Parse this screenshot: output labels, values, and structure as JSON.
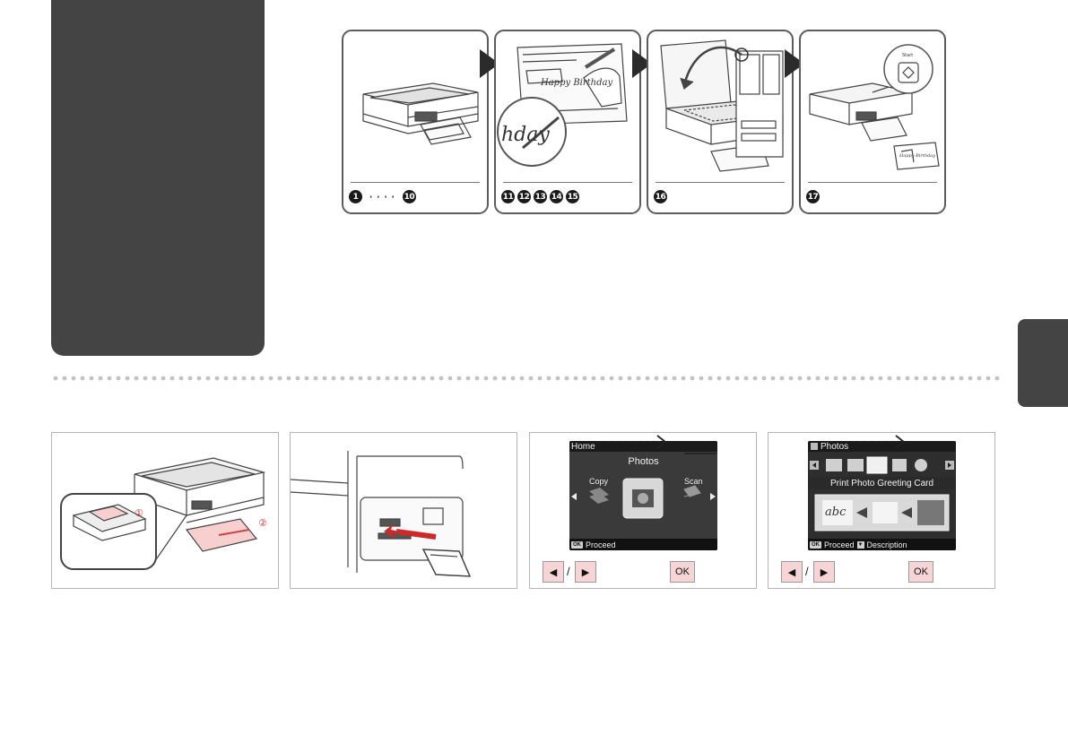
{
  "overview": {
    "steps": [
      {
        "numbers": [
          "1",
          "10"
        ],
        "range": "····"
      },
      {
        "numbers": [
          "11",
          "12",
          "13",
          "14",
          "15"
        ]
      },
      {
        "numbers": [
          "16"
        ]
      },
      {
        "numbers": [
          "17"
        ],
        "button_label": "Start",
        "card_text": "Happy Birthday"
      }
    ],
    "template_text": "Happy Birthday",
    "handwriting_text": "hday"
  },
  "procedure": {
    "tile1": {
      "callouts": [
        "①",
        "②"
      ]
    },
    "tile3": {
      "title": "Home",
      "selected": "Photos",
      "left_item": "Copy",
      "right_item": "Scan",
      "ok_badge": "OK",
      "footer": "Proceed",
      "keys": {
        "left": "◀",
        "right": "▶",
        "separator": "/",
        "ok": "OK"
      }
    },
    "tile4": {
      "title": "Photos",
      "mode": "Print Photo Greeting Card",
      "ok_badge": "OK",
      "footer_proceed": "Proceed",
      "down_badge": "▼",
      "footer_description": "Description",
      "sample_text": "abc",
      "keys": {
        "left": "◀",
        "right": "▶",
        "separator": "/",
        "ok": "OK"
      }
    }
  },
  "colors": {
    "panel": "#444444",
    "key_fill": "#f7d4d6",
    "divider_dots": "#c3c3c3"
  }
}
